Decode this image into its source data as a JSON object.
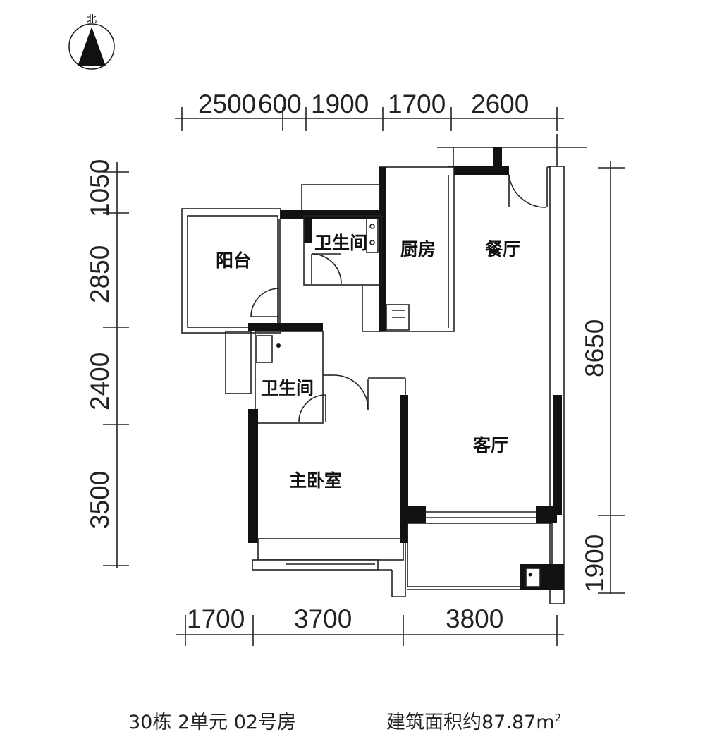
{
  "compass": {
    "label": "北"
  },
  "dimensions": {
    "top": [
      "2500",
      "600",
      "1900",
      "1700",
      "2600"
    ],
    "bottom": [
      "1700",
      "3700",
      "3800"
    ],
    "left": [
      "1050",
      "2850",
      "2400",
      "3500"
    ],
    "right": [
      "8650",
      "1900"
    ]
  },
  "rooms": {
    "balcony": "阳台",
    "bathroom_upper": "卫生间",
    "kitchen": "厨房",
    "dining": "餐厅",
    "bathroom_lower": "卫生间",
    "living": "客厅",
    "master_bedroom": "主卧室"
  },
  "caption": {
    "unit": "30栋  2单元 02号房",
    "area_text": "建筑面积约87.87m",
    "area_sup": "2"
  }
}
